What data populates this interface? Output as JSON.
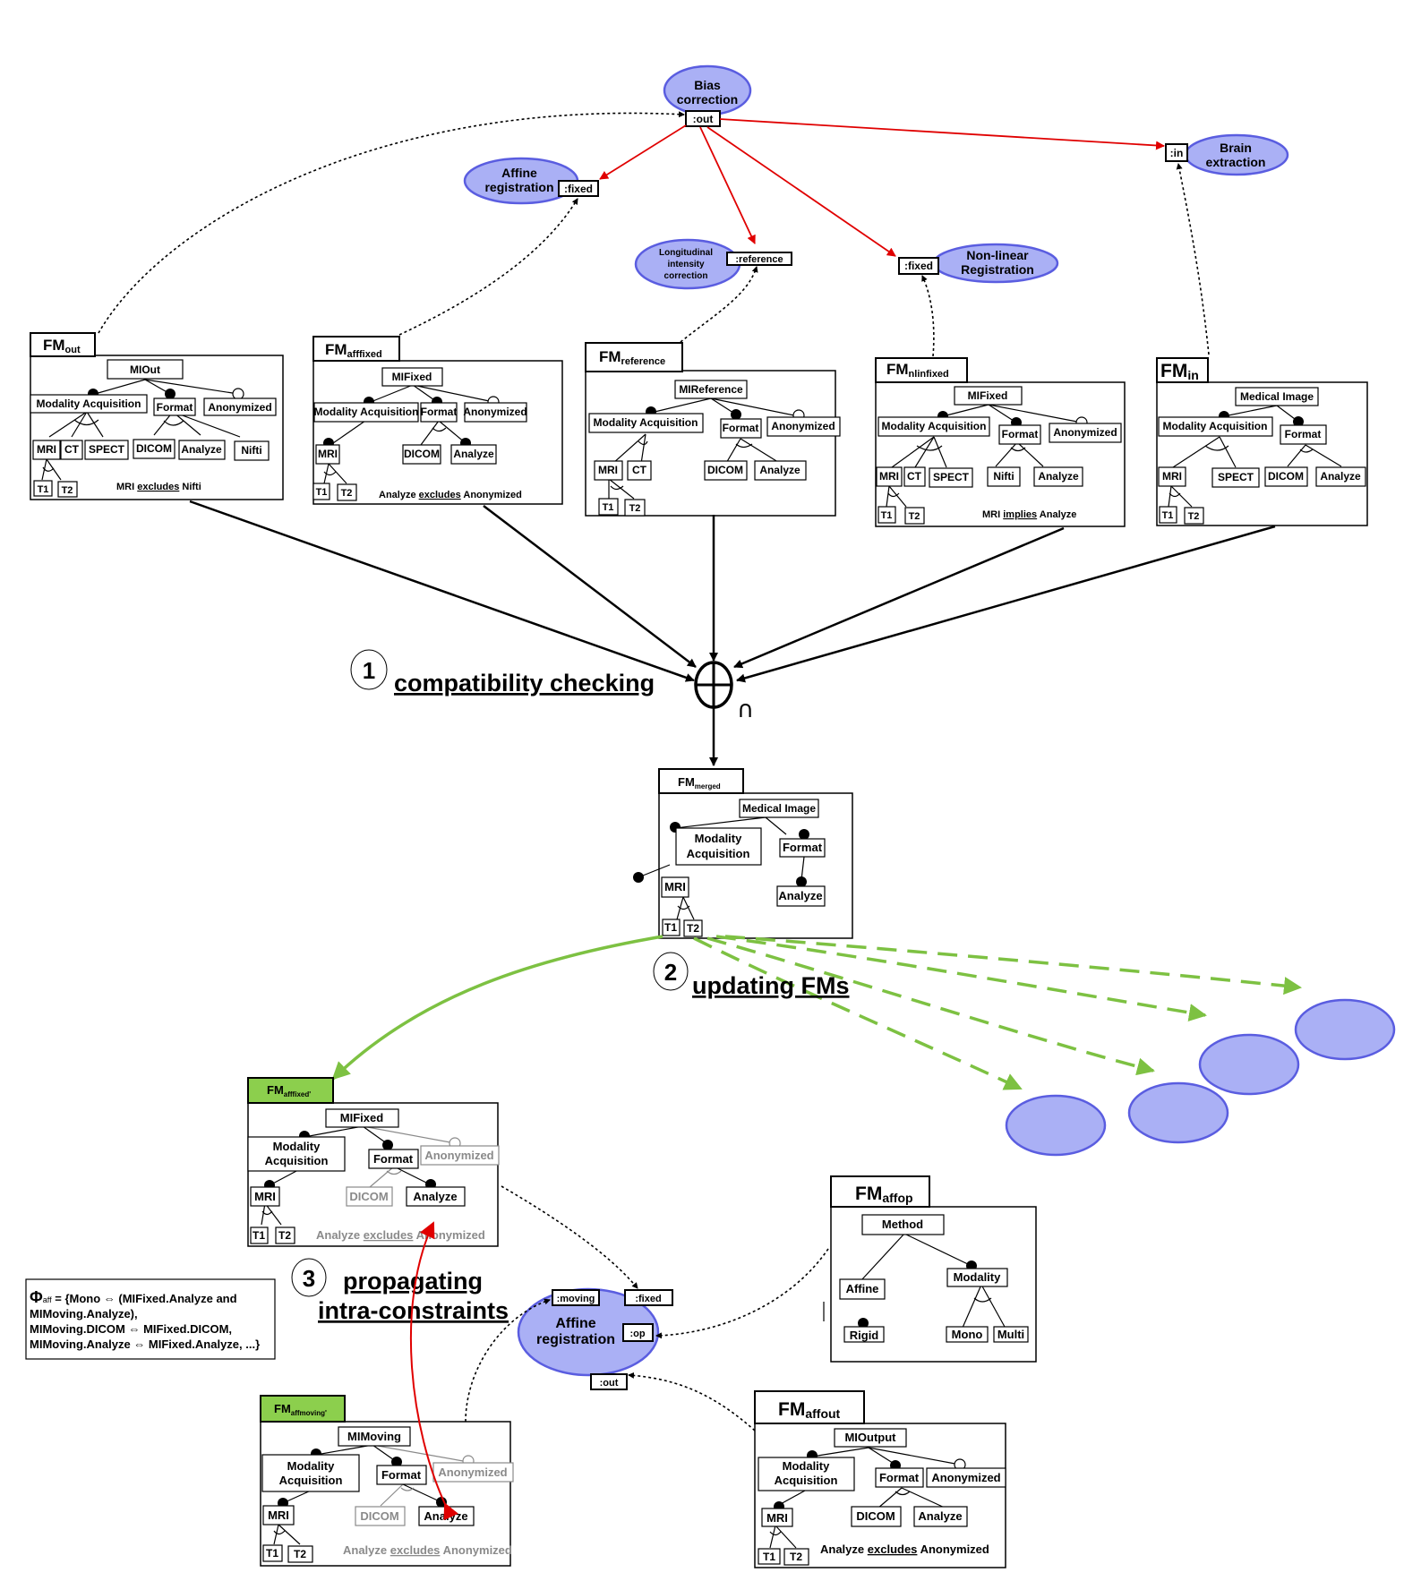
{
  "colors": {
    "ellipse_fill": "#aab0f5",
    "ellipse_stroke": "#5a5de0",
    "red_arrow": "#e00000",
    "green_arrow": "#7dc142",
    "green_header": "#8ccf4d",
    "disabled_text": "#8a8a8a"
  },
  "services": {
    "bias": {
      "lines": [
        "Bias",
        "correction"
      ],
      "port": ":out"
    },
    "affine_top": {
      "lines": [
        "Affine",
        "registration"
      ],
      "port": ":fixed"
    },
    "longitudinal": {
      "lines": [
        "Longitudinal",
        "intensity",
        "correction"
      ],
      "port": ":reference"
    },
    "nonlinear": {
      "lines": [
        "Non-linear",
        "Registration"
      ],
      "port": ":fixed"
    },
    "brain": {
      "lines": [
        "Brain",
        "extraction"
      ],
      "port": ":in"
    },
    "affine_bottom": {
      "lines": [
        "Affine",
        "registration"
      ],
      "ports": {
        "moving": ":moving",
        "fixed": ":fixed",
        "op": ":op",
        "out": ":out"
      }
    }
  },
  "steps": {
    "step1": {
      "number": "1",
      "label": "compatibility checking"
    },
    "step2": {
      "number": "2",
      "label": "updating FMs"
    },
    "step3": {
      "number": "3",
      "label_lines": [
        "propagating",
        "intra-constraints"
      ]
    }
  },
  "merge_operator": {
    "symbol": "∩"
  },
  "feature_models": {
    "fm_out": {
      "title": "FM",
      "sub": "out",
      "features": {
        "root": "MIOut",
        "modality": "Modality Acquisition",
        "format": "Format",
        "anonymized": "Anonymized",
        "mri": "MRI",
        "ct": "CT",
        "spect": "SPECT",
        "dicom": "DICOM",
        "analyze": "Analyze",
        "nifti": "Nifti",
        "t1": "T1",
        "t2": "T2"
      },
      "constraint": {
        "left": "MRI",
        "op": "excludes",
        "right": "Nifti"
      }
    },
    "fm_afffixed": {
      "title": "FM",
      "sub": "afffixed",
      "features": {
        "root": "MIFixed",
        "modality": "Modality Acquisition",
        "format": "Format",
        "anonymized": "Anonymized",
        "mri": "MRI",
        "dicom": "DICOM",
        "analyze": "Analyze",
        "t1": "T1",
        "t2": "T2"
      },
      "constraint": {
        "left": "Analyze",
        "op": "excludes",
        "right": "Anonymized"
      }
    },
    "fm_reference": {
      "title": "FM",
      "sub": "reference",
      "features": {
        "root": "MIReference",
        "modality": "Modality Acquisition",
        "format": "Format",
        "anonymized": "Anonymized",
        "mri": "MRI",
        "ct": "CT",
        "dicom": "DICOM",
        "analyze": "Analyze",
        "t1": "T1",
        "t2": "T2"
      }
    },
    "fm_nlinfixed": {
      "title": "FM",
      "sub": "nlinfixed",
      "features": {
        "root": "MIFixed",
        "modality": "Modality Acquisition",
        "format": "Format",
        "anonymized": "Anonymized",
        "mri": "MRI",
        "ct": "CT",
        "spect": "SPECT",
        "nifti": "Nifti",
        "analyze": "Analyze",
        "t1": "T1",
        "t2": "T2"
      },
      "constraint": {
        "left": "MRI",
        "op": "implies",
        "right": "Analyze"
      }
    },
    "fm_in": {
      "title": "FM",
      "sub": "in",
      "features": {
        "root": "Medical Image",
        "modality": "Modality Acquisition",
        "format": "Format",
        "mri": "MRI",
        "spect": "SPECT",
        "dicom": "DICOM",
        "analyze": "Analyze",
        "t1": "T1",
        "t2": "T2"
      }
    },
    "fm_merged": {
      "title": "FM",
      "sub": "merged",
      "features": {
        "root": "Medical Image",
        "modality_l1": "Modality",
        "modality_l2": "Acquisition",
        "format": "Format",
        "mri": "MRI",
        "analyze": "Analyze",
        "t1": "T1",
        "t2": "T2"
      }
    },
    "fm_afffixed_prime": {
      "title": "FM",
      "sub": "afffixed'",
      "features": {
        "root": "MIFixed",
        "modality_l1": "Modality",
        "modality_l2": "Acquisition",
        "format": "Format",
        "anonymized": "Anonymized",
        "mri": "MRI",
        "dicom": "DICOM",
        "analyze": "Analyze",
        "t1": "T1",
        "t2": "T2"
      },
      "constraint": {
        "left": "Analyze",
        "op": "excludes",
        "right": "Anonymized"
      }
    },
    "fm_affmoving_prime": {
      "title": "FM",
      "sub": "affmoving'",
      "features": {
        "root": "MIMoving",
        "modality_l1": "Modality",
        "modality_l2": "Acquisition",
        "format": "Format",
        "anonymized": "Anonymized",
        "mri": "MRI",
        "dicom": "DICOM",
        "analyze": "Analyze",
        "t1": "T1",
        "t2": "T2"
      },
      "constraint": {
        "left": "Analyze",
        "op": "excludes",
        "right": "Anonymized"
      }
    },
    "fm_affop": {
      "title": "FM",
      "sub": "affop",
      "features": {
        "root": "Method",
        "affine": "Affine",
        "rigid": "Rigid",
        "modality": "Modality",
        "mono": "Mono",
        "multi": "Multi"
      }
    },
    "fm_affout": {
      "title": "FM",
      "sub": "affout",
      "features": {
        "root": "MIOutput",
        "modality_l1": "Modality",
        "modality_l2": "Acquisition",
        "format": "Format",
        "anonymized": "Anonymized",
        "mri": "MRI",
        "dicom": "DICOM",
        "analyze": "Analyze",
        "t1": "T1",
        "t2": "T2"
      },
      "constraint": {
        "left": "Analyze",
        "op": "excludes",
        "right": "Anonymized"
      }
    }
  },
  "phi_box": {
    "symbol": "Φ",
    "sub": "aff",
    "lines": [
      " = {Mono ⇔ (MIFixed.Analyze and",
      "MIMoving.Analyze),",
      "MIMoving.DICOM ⇔  MIFixed.DICOM,",
      "MIMoving.Analyze ⇔ MIFixed.Analyze, ...}"
    ]
  }
}
